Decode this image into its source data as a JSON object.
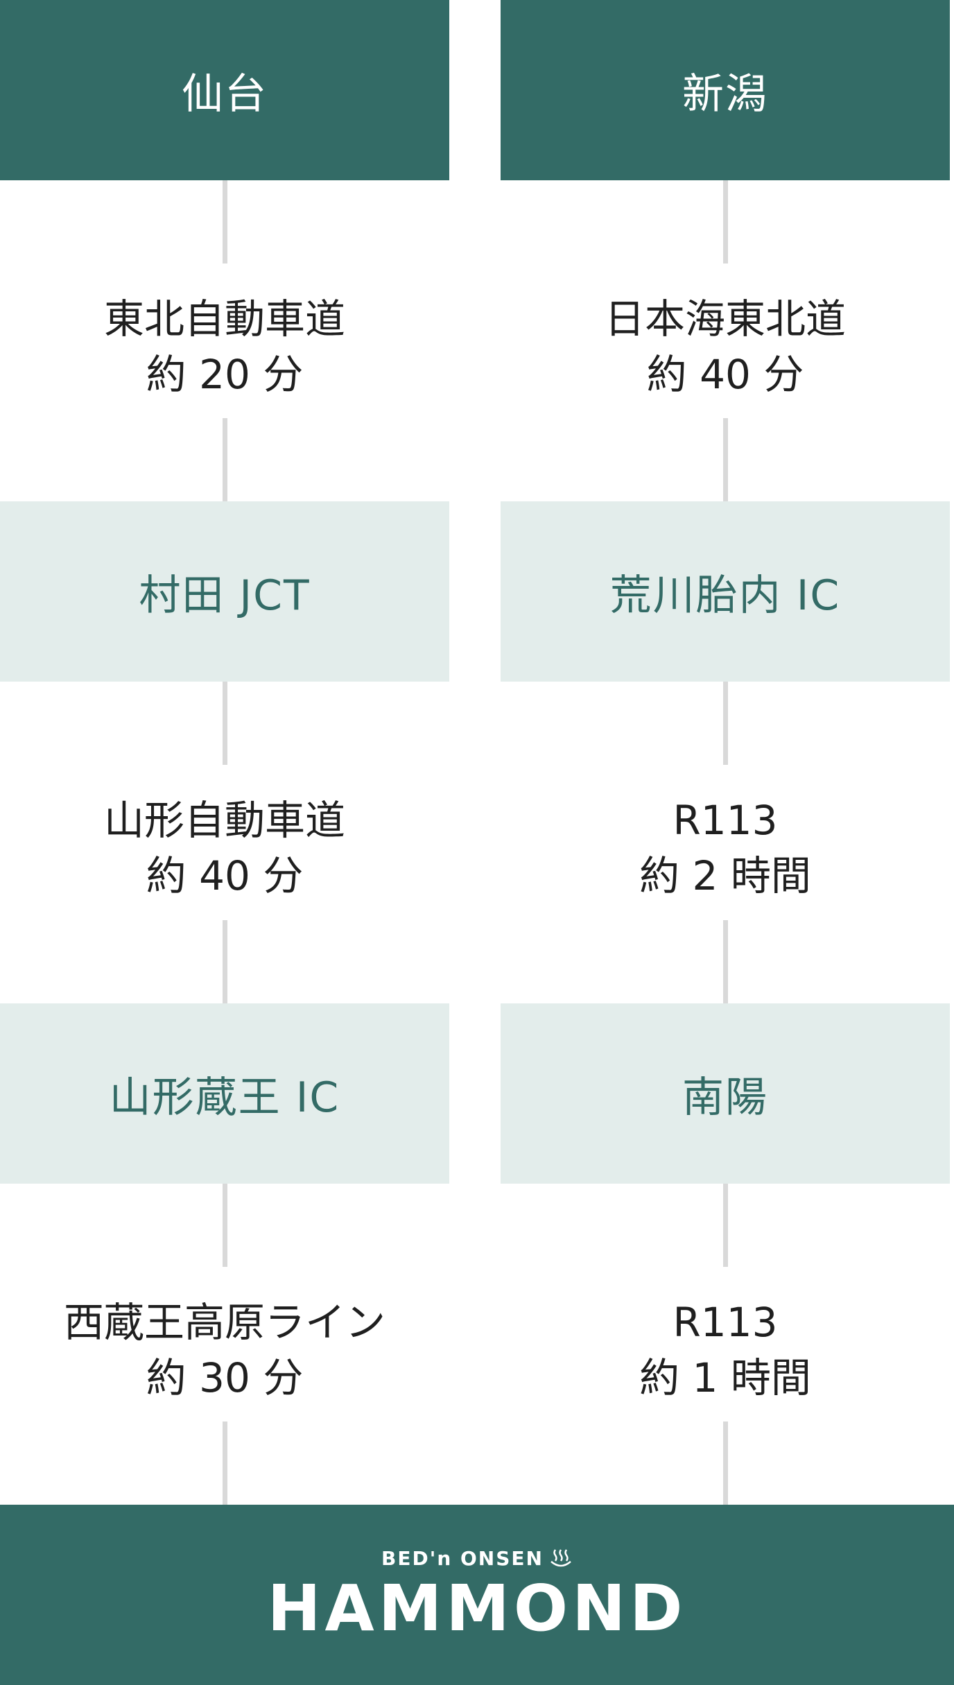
{
  "left": {
    "origin": "仙台",
    "seg1": {
      "road": "東北自動車道",
      "time": "約 20 分"
    },
    "node1": "村田 JCT",
    "seg2": {
      "road": "山形自動車道",
      "time": "約 40 分"
    },
    "node2": "山形蔵王 IC",
    "seg3": {
      "road": "西蔵王高原ライン",
      "time": "約 30 分"
    }
  },
  "right": {
    "origin": "新潟",
    "seg1": {
      "road": "日本海東北道",
      "time": "約 40 分"
    },
    "node1": "荒川胎内 IC",
    "seg2": {
      "road": "R113",
      "time": "約 2 時間"
    },
    "node2": "南陽",
    "seg3": {
      "road": "R113",
      "time": "約 1 時間"
    }
  },
  "footer": {
    "subtitle": "BED'n ONSEN",
    "name": "HAMMOND",
    "icon": "onsen-icon"
  },
  "colors": {
    "primary": "#336b66",
    "light": "#e3edeb",
    "line": "#d9d9d9"
  }
}
